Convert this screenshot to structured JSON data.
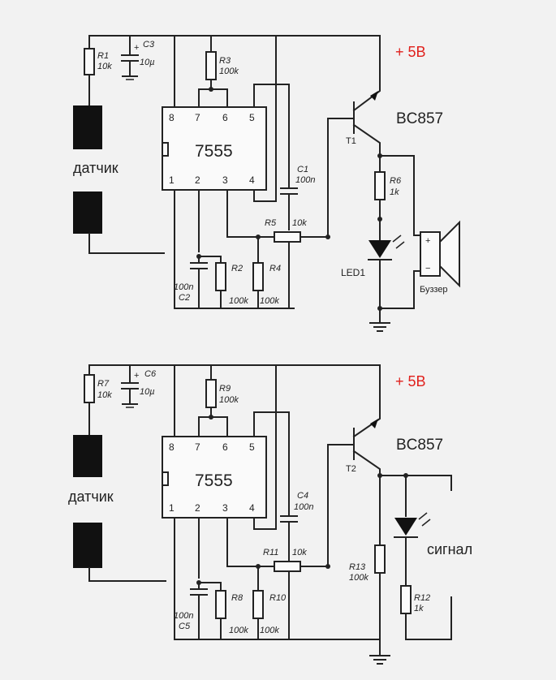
{
  "circuit_top": {
    "supply": "+ 5В",
    "transistor": "BC857",
    "transistor_ref": "T1",
    "chip": "7555",
    "sensor": "датчик",
    "pins": [
      "8",
      "7",
      "6",
      "5",
      "1",
      "2",
      "3",
      "4"
    ],
    "r1": {
      "ref": "R1",
      "val": "10k"
    },
    "c3": {
      "ref": "C3",
      "val": "10µ"
    },
    "r3": {
      "ref": "R3",
      "val": "100k"
    },
    "c1": {
      "ref": "C1",
      "val": "100n"
    },
    "r5": {
      "ref": "R5",
      "val": "10k"
    },
    "r6": {
      "ref": "R6",
      "val": "1k"
    },
    "led": "LED1",
    "r2": {
      "ref": "R2",
      "val": "100k"
    },
    "r4": {
      "ref": "R4",
      "val": "100k"
    },
    "c2": {
      "ref": "C2",
      "val": "100n"
    },
    "buzzer": "Буззер",
    "plus": "+",
    "minus": "−"
  },
  "circuit_bottom": {
    "supply": "+ 5В",
    "transistor": "BC857",
    "transistor_ref": "T2",
    "chip": "7555",
    "sensor": "датчик",
    "pins": [
      "8",
      "7",
      "6",
      "5",
      "1",
      "2",
      "3",
      "4"
    ],
    "r7": {
      "ref": "R7",
      "val": "10k"
    },
    "c6": {
      "ref": "C6",
      "val": "10µ"
    },
    "r9": {
      "ref": "R9",
      "val": "100k"
    },
    "c4": {
      "ref": "C4",
      "val": "100n"
    },
    "r11": {
      "ref": "R11",
      "val": "10k"
    },
    "r13": {
      "ref": "R13",
      "val": "100k"
    },
    "r12": {
      "ref": "R12",
      "val": "1k"
    },
    "r8": {
      "ref": "R8",
      "val": "100k"
    },
    "r10": {
      "ref": "R10",
      "val": "100k"
    },
    "c5": {
      "ref": "C5",
      "val": "100n"
    },
    "signal": "сигнал"
  }
}
